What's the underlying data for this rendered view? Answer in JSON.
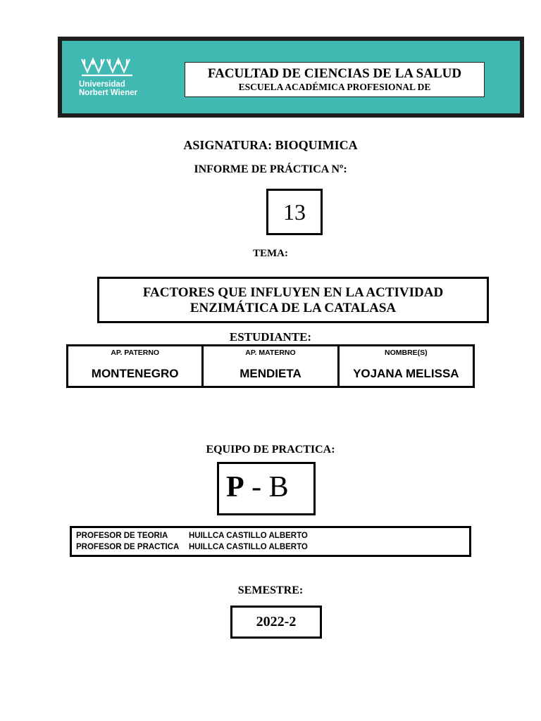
{
  "header": {
    "logo_line1": "Universidad",
    "logo_line2": "Norbert Wiener",
    "faculty_title": "FACULTAD DE CIENCIAS DE LA SALUD",
    "faculty_subtitle": "ESCUELA ACADÉMICA PROFESIONAL DE"
  },
  "course": "ASIGNATURA: BIOQUIMICA",
  "report": {
    "label": "INFORME DE PRÁCTICA Nº:",
    "number": "13"
  },
  "topic": {
    "label": "TEMA:",
    "line1": "FACTORES QUE INFLUYEN EN LA ACTIVIDAD",
    "line2": "ENZIMÁTICA DE LA CATALASA"
  },
  "student": {
    "label": "ESTUDIANTE:",
    "columns": [
      "AP. PATERNO",
      "AP. MATERNO",
      "NOMBRE(S)"
    ],
    "values": [
      "MONTENEGRO",
      "MENDIETA",
      "YOJANA MELISSA"
    ]
  },
  "team": {
    "label": "EQUIPO DE PRACTICA:",
    "letter1": "P",
    "separator": "-",
    "letter2": "B"
  },
  "professors": [
    {
      "label": "PROFESOR DE TEORIA",
      "name": "HUILLCA CASTILLO ALBERTO"
    },
    {
      "label": "PROFESOR DE PRACTICA",
      "name": "HUILLCA CASTILLO ALBERTO"
    }
  ],
  "semester": {
    "label": "SEMESTRE:",
    "value": "2022-2"
  },
  "colors": {
    "banner_teal": "#40b9b3",
    "banner_frame": "#1e1e1e"
  }
}
